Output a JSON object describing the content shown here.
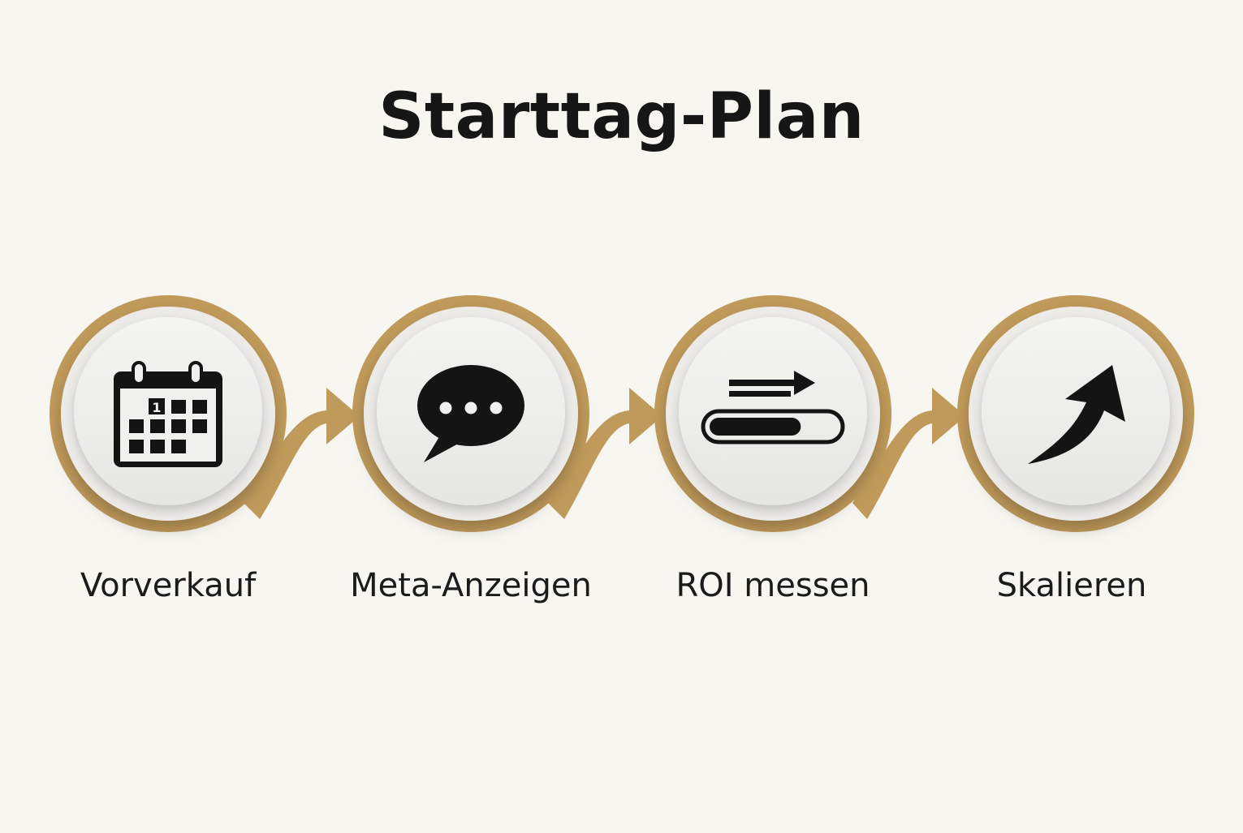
{
  "title": "Starttag-Plan",
  "colors": {
    "background": "#f7f6f1",
    "accent_gold": "#c09a5a",
    "circle_fill": "#eeeeec",
    "icon": "#141414"
  },
  "steps": [
    {
      "label": "Vorverkauf",
      "icon": "calendar-icon",
      "calendar_day": "1"
    },
    {
      "label": "Meta-Anzeigen",
      "icon": "speech-bubble-icon"
    },
    {
      "label": "ROI messen",
      "icon": "progress-bar-icon",
      "progress": 0.72
    },
    {
      "label": "Skalieren",
      "icon": "trend-up-arrow-icon"
    }
  ]
}
